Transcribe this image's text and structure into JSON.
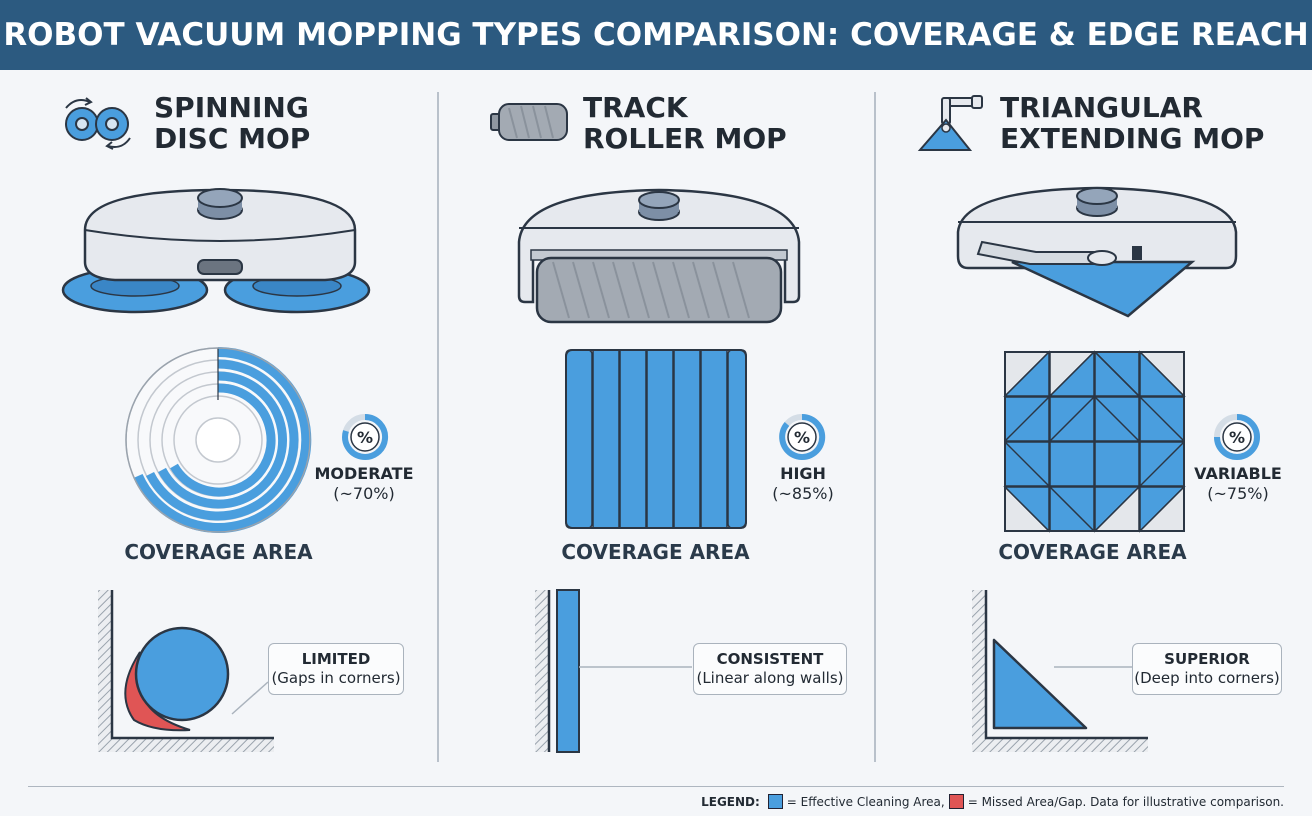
{
  "title": "ROBOT VACUUM MOPPING TYPES COMPARISON: COVERAGE & EDGE REACH",
  "panels": [
    {
      "title_line1": "SPINNING",
      "title_line2": "DISC MOP",
      "icon": "spinning-disc-icon",
      "coverage_rating": "MODERATE",
      "coverage_value": "(~70%)",
      "coverage_percent": 70,
      "coverage_label": "COVERAGE AREA",
      "edge_rating": "LIMITED",
      "edge_detail": "(Gaps in corners)"
    },
    {
      "title_line1": "TRACK",
      "title_line2": "ROLLER MOP",
      "icon": "roller-icon",
      "coverage_rating": "HIGH",
      "coverage_value": "(~85%)",
      "coverage_percent": 85,
      "coverage_label": "COVERAGE AREA",
      "edge_rating": "CONSISTENT",
      "edge_detail": "(Linear along walls)"
    },
    {
      "title_line1": "TRIANGULAR",
      "title_line2": "EXTENDING MOP",
      "icon": "triangular-mop-icon",
      "coverage_rating": "VARIABLE",
      "coverage_value": "(~75%)",
      "coverage_percent": 75,
      "coverage_label": "COVERAGE AREA",
      "edge_rating": "SUPERIOR",
      "edge_detail": "(Deep into corners)"
    }
  ],
  "badge_symbol": "%",
  "legend": {
    "key": "LEGEND:",
    "effective": "= Effective Cleaning Area,",
    "missed": "= Missed Area/Gap. Data for illustrative comparison."
  },
  "colors": {
    "header": "#2c5a80",
    "effective": "#4a9ede",
    "missed": "#e05555",
    "outline": "#2b3644",
    "robot_body": "#e6e9ee"
  }
}
